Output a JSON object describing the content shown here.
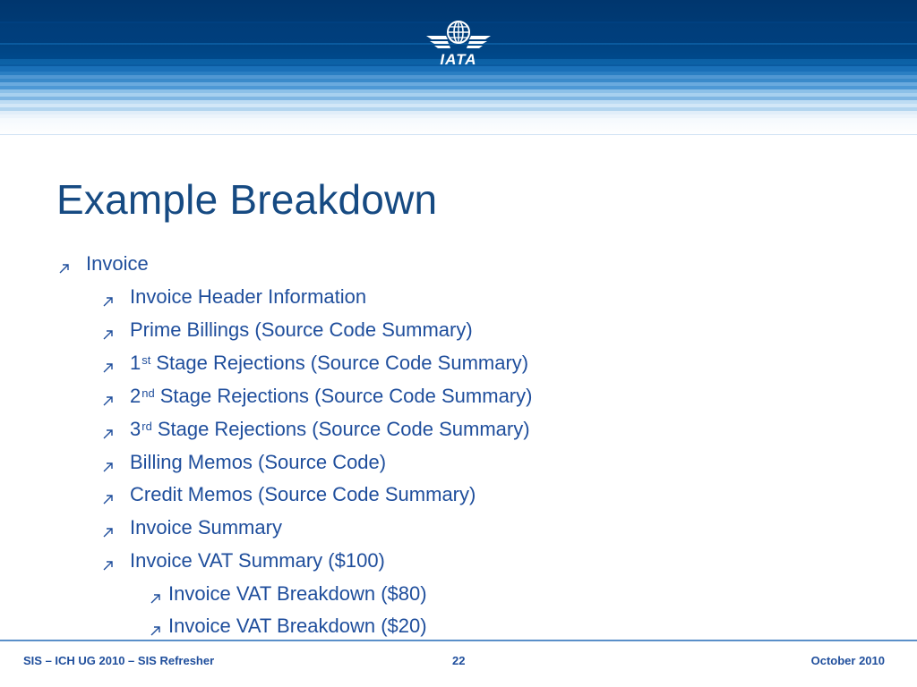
{
  "header": {
    "logo_text": "IATA",
    "logo_icon": "iata-globe-wings-logo"
  },
  "slide": {
    "title": "Example Breakdown",
    "bullets": [
      {
        "level": 1,
        "text": "Invoice"
      },
      {
        "level": 2,
        "text": "Invoice Header Information"
      },
      {
        "level": 2,
        "text": "Prime Billings (Source Code Summary)"
      },
      {
        "level": 2,
        "prefix": "1",
        "sup": "st",
        "text": "Stage Rejections (Source Code Summary)"
      },
      {
        "level": 2,
        "prefix": "2",
        "sup": "nd",
        "text": "Stage Rejections (Source Code Summary)"
      },
      {
        "level": 2,
        "prefix": "3",
        "sup": "rd",
        "text": "Stage Rejections (Source Code Summary)"
      },
      {
        "level": 2,
        "text": "Billing Memos (Source Code)"
      },
      {
        "level": 2,
        "text": "Credit Memos (Source Code Summary)"
      },
      {
        "level": 2,
        "text": "Invoice Summary"
      },
      {
        "level": 2,
        "text": "Invoice VAT Summary ($100)"
      },
      {
        "level": 3,
        "text": "Invoice VAT Breakdown ($80)"
      },
      {
        "level": 3,
        "text": "Invoice VAT Breakdown ($20)"
      }
    ],
    "bullet_icon": "arrow-up-right-icon"
  },
  "footer": {
    "left": "SIS – ICH UG 2010 – SIS Refresher",
    "page_number": "22",
    "date": "October 2010"
  },
  "colors": {
    "title": "#164a82",
    "text": "#1f4e9c",
    "banner_dark": "#00366e",
    "banner_light": "#bddcf3"
  }
}
